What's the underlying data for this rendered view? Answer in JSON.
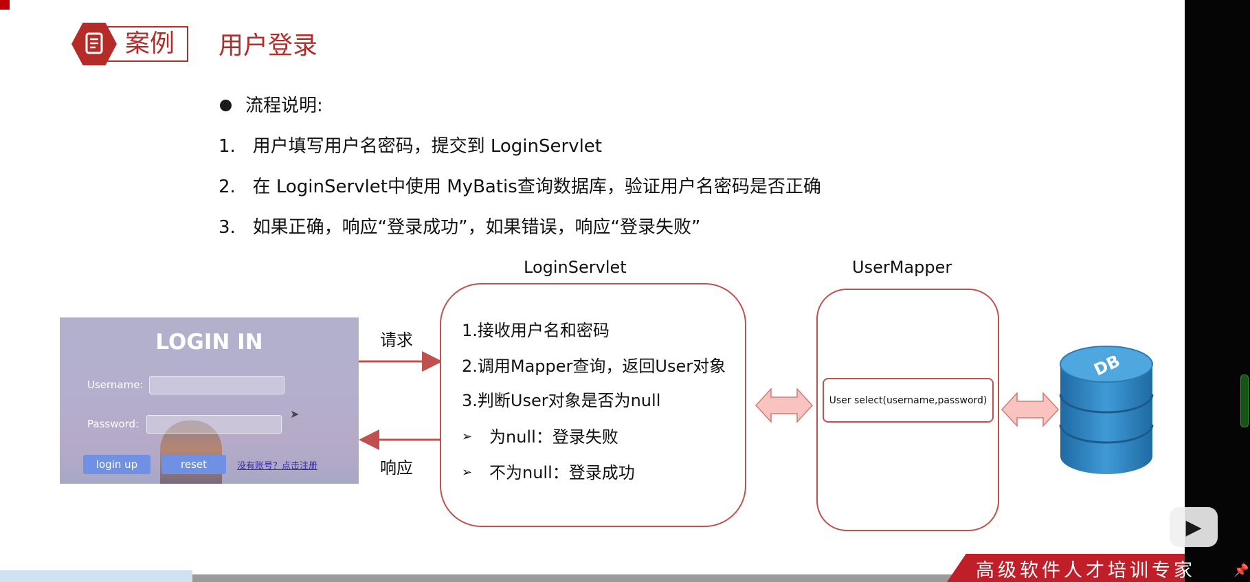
{
  "header": {
    "badge_label": "案例",
    "title": "用户登录"
  },
  "content": {
    "heading": "流程说明:",
    "steps": [
      "1.   用户填写用户名密码，提交到 LoginServlet",
      "2.   在 LoginServlet中使用 MyBatis查询数据库，验证用户名密码是否正确",
      "3.   如果正确，响应“登录成功”，如果错误，响应“登录失败”"
    ]
  },
  "login_form": {
    "title": "LOGIN IN",
    "username_label": "Username:",
    "password_label": "Password:",
    "login_button": "login up",
    "reset_button": "reset",
    "register_link": "没有账号？点击注册"
  },
  "diagram": {
    "request_label": "请求",
    "response_label": "响应",
    "servlet": {
      "title": "LoginServlet",
      "lines": [
        "1.接收用户名和密码",
        "2.调用Mapper查询，返回User对象",
        "3.判断User对象是否为null"
      ],
      "sub_items": [
        "为null：登录失败",
        "不为null：登录成功"
      ]
    },
    "mapper": {
      "title": "UserMapper",
      "method": "User select(username,password)"
    },
    "database_label": "DB"
  },
  "footer": {
    "banner": "高级软件人才培训专家"
  },
  "colors": {
    "accent": "#b52b27",
    "box_border": "#c0504d",
    "arrow_fill": "#f9c4c0",
    "db_blue": "#2f86c4"
  }
}
